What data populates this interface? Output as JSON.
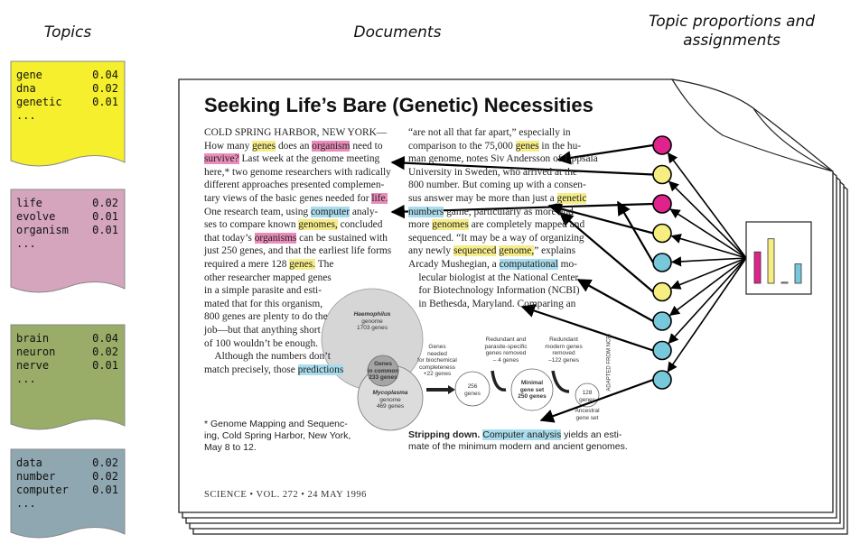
{
  "headers": {
    "topics": "Topics",
    "documents": "Documents",
    "proportions_line1": "Topic proportions and",
    "proportions_line2": "assignments"
  },
  "topics": [
    {
      "color": "#f5ef2e",
      "words": [
        {
          "w": "gene",
          "p": "0.04"
        },
        {
          "w": "dna",
          "p": "0.02"
        },
        {
          "w": "genetic",
          "p": "0.01"
        }
      ],
      "ellipsis": "..."
    },
    {
      "color": "#d4a5bd",
      "words": [
        {
          "w": "life",
          "p": "0.02"
        },
        {
          "w": "evolve",
          "p": "0.01"
        },
        {
          "w": "organism",
          "p": "0.01"
        }
      ],
      "ellipsis": "..."
    },
    {
      "color": "#99ad68",
      "words": [
        {
          "w": "brain",
          "p": "0.04"
        },
        {
          "w": "neuron",
          "p": "0.02"
        },
        {
          "w": "nerve",
          "p": "0.01"
        }
      ],
      "ellipsis": "..."
    },
    {
      "color": "#8fa7b0",
      "words": [
        {
          "w": "data",
          "p": "0.02"
        },
        {
          "w": "number",
          "p": "0.02"
        },
        {
          "w": "computer",
          "p": "0.01"
        }
      ],
      "ellipsis": "..."
    }
  ],
  "article": {
    "title": "Seeking Life’s Bare (Genetic) Necessities",
    "left_col": [
      [
        {
          "t": "COLD SPRING HARBOR, NEW YORK—"
        }
      ],
      [
        {
          "t": "How many "
        },
        {
          "t": "genes",
          "h": "y"
        },
        {
          "t": " does an "
        },
        {
          "t": "organism",
          "h": "p"
        },
        {
          "t": " need to"
        }
      ],
      [
        {
          "t": "survive?",
          "h": "p"
        },
        {
          "t": " Last week at the genome meeting"
        }
      ],
      [
        {
          "t": "here,* two genome researchers with radically"
        }
      ],
      [
        {
          "t": "different approaches presented complemen-"
        }
      ],
      [
        {
          "t": "tary views of the basic genes needed for "
        },
        {
          "t": "life.",
          "h": "p"
        }
      ],
      [
        {
          "t": "One research team, using "
        },
        {
          "t": "computer",
          "h": "b"
        },
        {
          "t": " analy-"
        }
      ],
      [
        {
          "t": "ses to compare known "
        },
        {
          "t": "genomes,",
          "h": "y"
        },
        {
          "t": " concluded"
        }
      ],
      [
        {
          "t": "that today’s "
        },
        {
          "t": "organisms",
          "h": "p"
        },
        {
          "t": " can be sustained with"
        }
      ],
      [
        {
          "t": "just 250 genes, and that the earliest life forms"
        }
      ],
      [
        {
          "t": "required a mere 128 "
        },
        {
          "t": "genes.",
          "h": "y"
        },
        {
          "t": " The"
        }
      ],
      [
        {
          "t": "other researcher mapped genes"
        }
      ],
      [
        {
          "t": "in a simple parasite and esti-"
        }
      ],
      [
        {
          "t": "mated that for this organism,"
        }
      ],
      [
        {
          "t": "800 genes are plenty to do the"
        }
      ],
      [
        {
          "t": "job—but that anything short"
        }
      ],
      [
        {
          "t": "of 100 wouldn’t be enough."
        }
      ],
      [
        {
          "t": "    Although the numbers don’t"
        }
      ],
      [
        {
          "t": "match precisely, those "
        },
        {
          "t": "predictions",
          "h": "b"
        }
      ]
    ],
    "right_col": [
      [
        {
          "t": "“are not all that far apart,” especially in"
        }
      ],
      [
        {
          "t": "comparison to the 75,000 "
        },
        {
          "t": "genes",
          "h": "y"
        },
        {
          "t": " in the hu-"
        }
      ],
      [
        {
          "t": "man genome, notes Siv Andersson of Uppsala"
        }
      ],
      [
        {
          "t": "University in Sweden, who arrived at the"
        }
      ],
      [
        {
          "t": "800 number. But coming up with a consen-"
        }
      ],
      [
        {
          "t": "sus answer may be more than just a "
        },
        {
          "t": "genetic",
          "h": "y"
        }
      ],
      [
        {
          "t": "numbers",
          "h": "b"
        },
        {
          "t": " game, particularly as more and"
        }
      ],
      [
        {
          "t": "more "
        },
        {
          "t": "genomes",
          "h": "y"
        },
        {
          "t": " are completely mapped and"
        }
      ],
      [
        {
          "t": "sequenced. “It may be a way of organizing"
        }
      ],
      [
        {
          "t": "any newly "
        },
        {
          "t": "sequenced",
          "h": "y"
        },
        {
          "t": " "
        },
        {
          "t": "genome,",
          "h": "y"
        },
        {
          "t": "” explains"
        }
      ],
      [
        {
          "t": "Arcady Mushegian, a "
        },
        {
          "t": "computational",
          "h": "b"
        },
        {
          "t": " mo-"
        }
      ],
      [
        {
          "t": "    lecular biologist at the National Center"
        }
      ],
      [
        {
          "t": "    for Biotechnology Information (NCBI)"
        }
      ],
      [
        {
          "t": "    in Bethesda, Maryland. Comparing an"
        }
      ]
    ],
    "footnote": [
      "* Genome Mapping and Sequenc-",
      "ing, Cold Spring Harbor, New York,",
      "May 8 to 12."
    ],
    "caption": {
      "bold": "Stripping down.",
      "highlight": "Computer analysis",
      "rest1": " yields an esti-",
      "rest2": "mate of the minimum modern and ancient genomes."
    },
    "footer": "SCIENCE • VOL. 272 • 24 MAY 1996",
    "figure": {
      "haemophilus": [
        "Haemophilus",
        "genome",
        "1703 genes"
      ],
      "common": [
        "Genes",
        "in common",
        "233 genes"
      ],
      "mycoplasma": [
        "Mycoplasma",
        "genome",
        "469 genes"
      ],
      "needed": [
        "Genes",
        "needed",
        "for biochemical",
        "completeness",
        "+22 genes"
      ],
      "redundant1": [
        "Redundant and",
        "parasite-specific",
        "genes removed",
        "– 4 genes"
      ],
      "redundant2": [
        "Redundant",
        "modern genes",
        "removed",
        "–122 genes"
      ],
      "n256": [
        "256",
        "genes"
      ],
      "minimal": [
        "Minimal",
        "gene set",
        "250 genes"
      ],
      "n128": [
        "128",
        "genes"
      ],
      "ancestral": [
        "Ancestral",
        "gene set"
      ],
      "adapted": "ADAPTED FROM NCBI"
    }
  },
  "proportions": {
    "dot_colors": [
      "#e0238c",
      "#f6ee80",
      "#e0238c",
      "#f6ee80",
      "#78c8dc",
      "#f6ee80",
      "#78c8dc",
      "#78c8dc",
      "#78c8dc"
    ],
    "bars": [
      {
        "color": "#e0238c",
        "value": 0.6
      },
      {
        "color": "#f6ee80",
        "value": 0.85
      },
      {
        "color": "#f6f4e6",
        "value": 0.02
      },
      {
        "color": "#78c8dc",
        "value": 0.37
      }
    ]
  }
}
